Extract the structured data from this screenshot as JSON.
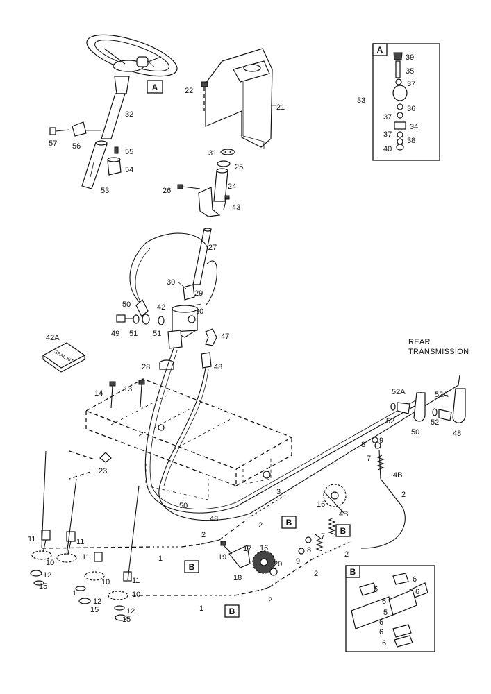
{
  "callouts": {
    "boxA": "A",
    "boxB": "B",
    "rear_transmission": "REAR\nTRANSMISSION",
    "rear_line1": "REAR",
    "rear_line2": "TRANSMISSION",
    "seal_kit_label": "SEAL KIT",
    "seal_kit_ref": "42A"
  },
  "parts": {
    "p1": "1",
    "p2": "2",
    "p3": "3",
    "p4B": "4B",
    "p5": "5",
    "p6": "6",
    "p7": "7",
    "p8": "8",
    "p9": "9",
    "p10": "10",
    "p11": "11",
    "p12": "12",
    "p13": "13",
    "p14": "14",
    "p15": "15",
    "p16": "16",
    "p17": "17",
    "p18": "18",
    "p19": "19",
    "p20": "20",
    "p21": "21",
    "p22": "22",
    "p23": "23",
    "p24": "24",
    "p25": "25",
    "p26": "26",
    "p27": "27",
    "p28": "28",
    "p29": "29",
    "p30": "30",
    "p31": "31",
    "p32": "32",
    "p33": "33",
    "p34": "34",
    "p35": "35",
    "p36": "36",
    "p37": "37",
    "p38": "38",
    "p39": "39",
    "p40": "40",
    "p42": "42",
    "p43": "43",
    "p47": "47",
    "p48": "48",
    "p49": "49",
    "p50": "50",
    "p51": "51",
    "p52": "52",
    "p52A": "52A",
    "p53": "53",
    "p54": "54",
    "p55": "55",
    "p56": "56",
    "p57": "57"
  }
}
